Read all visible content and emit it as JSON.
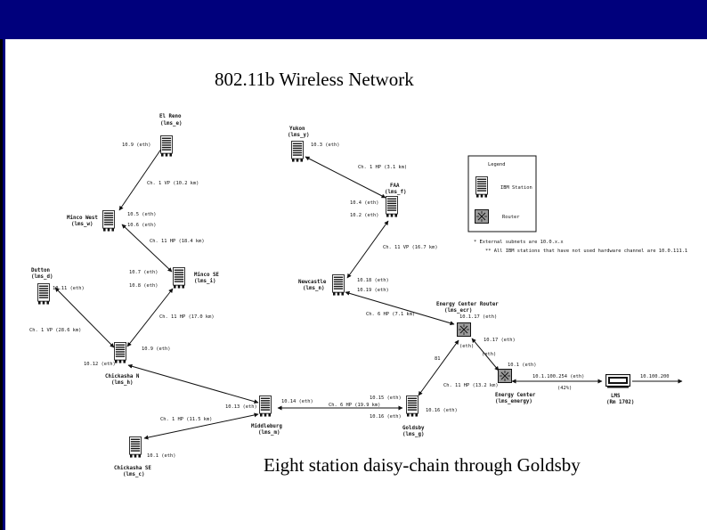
{
  "slide": {
    "title": "802.11b Wireless Network",
    "caption": "Eight station daisy-chain through Goldsby"
  },
  "legend": {
    "title": "Legend",
    "items": [
      {
        "icon": "tower-icon",
        "label": "IBM Station"
      },
      {
        "icon": "router-icon",
        "label": "Router"
      }
    ],
    "notes": [
      "* External subnets are 10.0.x.x",
      "** All IBM stations that have not used hardware channel are 10.0.111.1"
    ]
  },
  "nodes": {
    "el_reno": {
      "name": "El Reno",
      "sub": "(lms_e)",
      "icon": "tower-icon"
    },
    "yukon": {
      "name": "Yukon",
      "sub": "(lms_y)",
      "icon": "tower-icon"
    },
    "faa": {
      "name": "FAA",
      "sub": "(lms_f)",
      "icon": "tower-icon"
    },
    "minco_west": {
      "name": "Minco West",
      "sub": "(lms_w)",
      "icon": "tower-icon"
    },
    "minco_se": {
      "name": "Minco SE",
      "sub": "(lms_i)",
      "icon": "tower-icon"
    },
    "dutton": {
      "name": "Dutton",
      "sub": "(lms_d)",
      "icon": "tower-icon"
    },
    "newcastle": {
      "name": "Newcastle",
      "sub": "(lms_n)",
      "icon": "tower-icon"
    },
    "chick_n": {
      "name": "Chickasha N",
      "sub": "(lms_h)",
      "icon": "tower-icon"
    },
    "middleburg": {
      "name": "Middleburg",
      "sub": "(lms_m)",
      "icon": "tower-icon"
    },
    "goldsby": {
      "name": "Goldsby",
      "sub": "(lms_g)",
      "icon": "tower-icon"
    },
    "chick_se": {
      "name": "Chickasha SE",
      "sub": "(lms_c)",
      "icon": "tower-icon"
    },
    "ecr": {
      "name": "Energy Center Router",
      "sub": "(lms_ecr)",
      "ip": "10.1.17 (eth)",
      "icon": "router-icon"
    },
    "energy_center": {
      "name": "Energy Center",
      "sub": "(lms_energy)",
      "icon": "router-icon"
    },
    "lms": {
      "name": "LMS",
      "sub": "(Rm 1702)",
      "icon": "server-icon"
    }
  },
  "labels": {
    "el_reno_ip": "10.9 (eth)",
    "yukon_ip": "10.3 (eth)",
    "yukon_faa_link": "Ch. 1 HP (3.1 km)",
    "faa_ip1": "10.4 (eth)",
    "faa_ip2": "10.2 (eth)",
    "minco_elreno_link": "Ch. 1 VP (10.2 km)",
    "mw_ip1": "10.5 (eth)",
    "mw_ip2": "10.6 (eth)",
    "mw_mse_link": "Ch. 11 HP (18.4 km)",
    "faa_newcastle_link": "Ch. 11 VP (16.7 km)",
    "mse_ip1": "10.7 (eth)",
    "mse_ip2": "10.8 (eth)",
    "newcastle_ip1": "10.18 (eth)",
    "newcastle_ip2": "10.19 (eth)",
    "dutton_ip": "10.11 (eth)",
    "newcastle_ecr_link": "Ch. 6 HP (7.1 km)",
    "mse_chick_link": "Ch. 11 HP (17.0 km)",
    "dutton_chick_link": "Ch. 1 VP (28.6 km)",
    "chick_ip1": "10.9 (eth)",
    "chick_ip2": "10.12 (eth)",
    "ecr_ip1": "10.17 (eth)",
    "ecr_ip2": "(eth)",
    "ecr_goldsby_link": "Ch. 11 HP (13.2 km)",
    "ecr_goldsby_tag": "81",
    "energy_ip": "10.1 (eth)",
    "energy_lms_link": "10.1.100.254 (eth)",
    "energy_lms_pct": "(42%)",
    "lms_ext": "10.100.200",
    "mid_ip1": "10.13 (eth)",
    "mid_ip2": "10.14 (eth)",
    "mid_goldsby_link": "Ch. 6 HP (19.9 km)",
    "goldsby_ip1": "10.15 (eth)",
    "goldsby_ip2": "10.16 (eth)",
    "goldsby_ip3": "10.16 (eth)",
    "mid_chickse_link": "Ch. 1 HP (11.5 km)",
    "chickse_ip": "10.1 (eth)"
  }
}
